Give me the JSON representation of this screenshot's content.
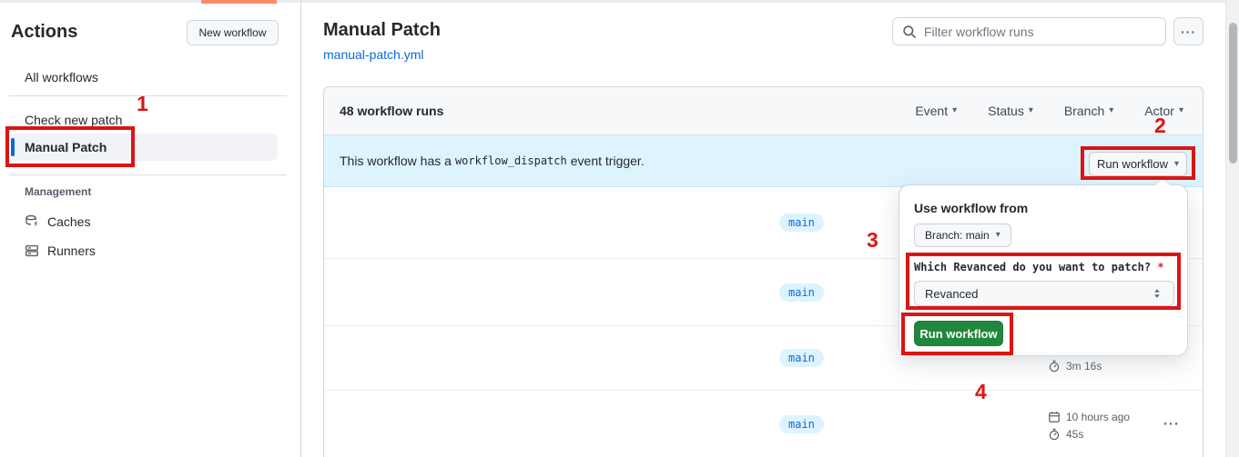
{
  "annotations": [
    "1",
    "2",
    "3",
    "4"
  ],
  "icons": {
    "kebab": "···",
    "caret_down": "▾"
  },
  "colors": {
    "annotation_red": "#dc1414",
    "button_green": "#1f883d",
    "link_blue": "#0969da",
    "banner_bg": "#ddf4ff",
    "badge_bg": "#ddf4ff",
    "top_strip_orange": "#f98b6d",
    "selected_accent": "#0969da"
  },
  "sidebar": {
    "title": "Actions",
    "new_workflow_button": "New workflow",
    "items": [
      {
        "label": "All workflows"
      },
      {
        "label": "Check new patch"
      },
      {
        "label": "Manual Patch",
        "selected": true
      }
    ],
    "management": {
      "header": "Management",
      "items": [
        {
          "label": "Caches",
          "icon": "cache-icon"
        },
        {
          "label": "Runners",
          "icon": "server-icon"
        }
      ]
    }
  },
  "header": {
    "title": "Manual Patch",
    "file_link": "manual-patch.yml",
    "filter_placeholder": "Filter workflow runs"
  },
  "runs_panel": {
    "count_label": "48 workflow runs",
    "filters": [
      {
        "label": "Event"
      },
      {
        "label": "Status"
      },
      {
        "label": "Branch"
      },
      {
        "label": "Actor"
      }
    ],
    "banner": {
      "text_before": "This workflow has a",
      "code": "workflow_dispatch",
      "text_after": "event trigger.",
      "run_workflow_button": "Run workflow"
    },
    "rows": [
      {
        "branch": "main"
      },
      {
        "branch": "main"
      },
      {
        "branch": "main",
        "duration": "3m 16s"
      },
      {
        "branch": "main",
        "date": "10 hours ago",
        "duration": "45s"
      }
    ]
  },
  "popover": {
    "title": "Use workflow from",
    "branch_button": "Branch: main",
    "input_label": "Which Revanced do you want to patch?",
    "required_mark": "*",
    "select_value": "Revanced",
    "run_button": "Run workflow"
  }
}
